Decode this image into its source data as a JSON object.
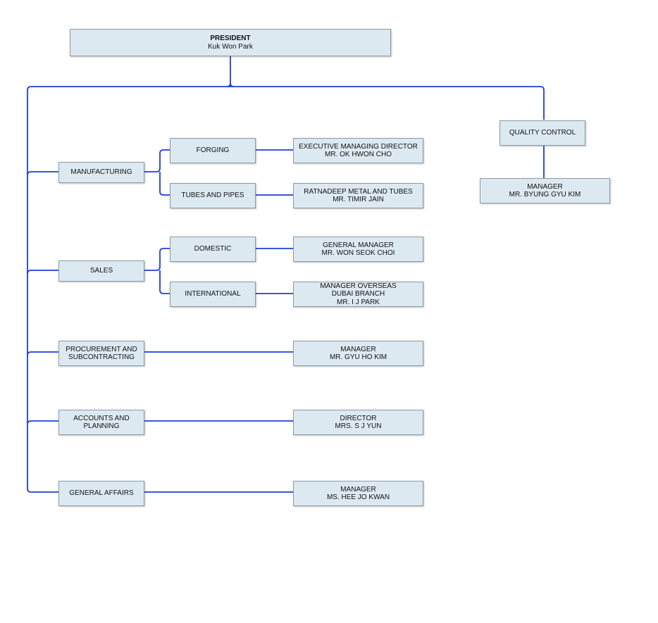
{
  "president": {
    "title": "PRESIDENT",
    "name": "Kuk Won Park"
  },
  "quality_control": {
    "label": "QUALITY CONTROL",
    "manager_lines": [
      "MANAGER",
      "MR. BYUNG GYU KIM"
    ]
  },
  "departments": {
    "manufacturing": {
      "label_lines": [
        "MANUFACTURING"
      ],
      "units": {
        "forging": {
          "label": "FORGING",
          "head_lines": [
            "EXECUTIVE MANAGING DIRECTOR",
            "MR. OK HWON CHO"
          ]
        },
        "tubes_pipes": {
          "label": "TUBES AND PIPES",
          "head_lines": [
            "RATNADEEP METAL AND TUBES",
            "MR. TIMIR JAIN"
          ]
        }
      }
    },
    "sales": {
      "label_lines": [
        "SALES"
      ],
      "units": {
        "domestic": {
          "label": "DOMESTIC",
          "head_lines": [
            "GENERAL MANAGER",
            "MR. WON SEOK CHOI"
          ]
        },
        "international": {
          "label": "INTERNATIONAL",
          "head_lines": [
            "MANAGER OVERSEAS",
            "DUBAI BRANCH",
            "MR. I J PARK"
          ]
        }
      }
    },
    "procurement": {
      "label_lines": [
        "PROCUREMENT AND",
        "SUBCONTRACTING"
      ],
      "head_lines": [
        "MANAGER",
        "MR. GYU HO KIM"
      ]
    },
    "accounts": {
      "label_lines": [
        "ACCOUNTS AND",
        "PLANNING"
      ],
      "head_lines": [
        "DIRECTOR",
        "MRS. S J YUN"
      ]
    },
    "general_affairs": {
      "label_lines": [
        "GENERAL AFFAIRS"
      ],
      "head_lines": [
        "MANAGER",
        "MS. HEE JO KWAN"
      ]
    }
  },
  "colors": {
    "connector": "#1f3fd6",
    "box_fill": "#dde9f1",
    "box_border": "#8a9aa6"
  }
}
